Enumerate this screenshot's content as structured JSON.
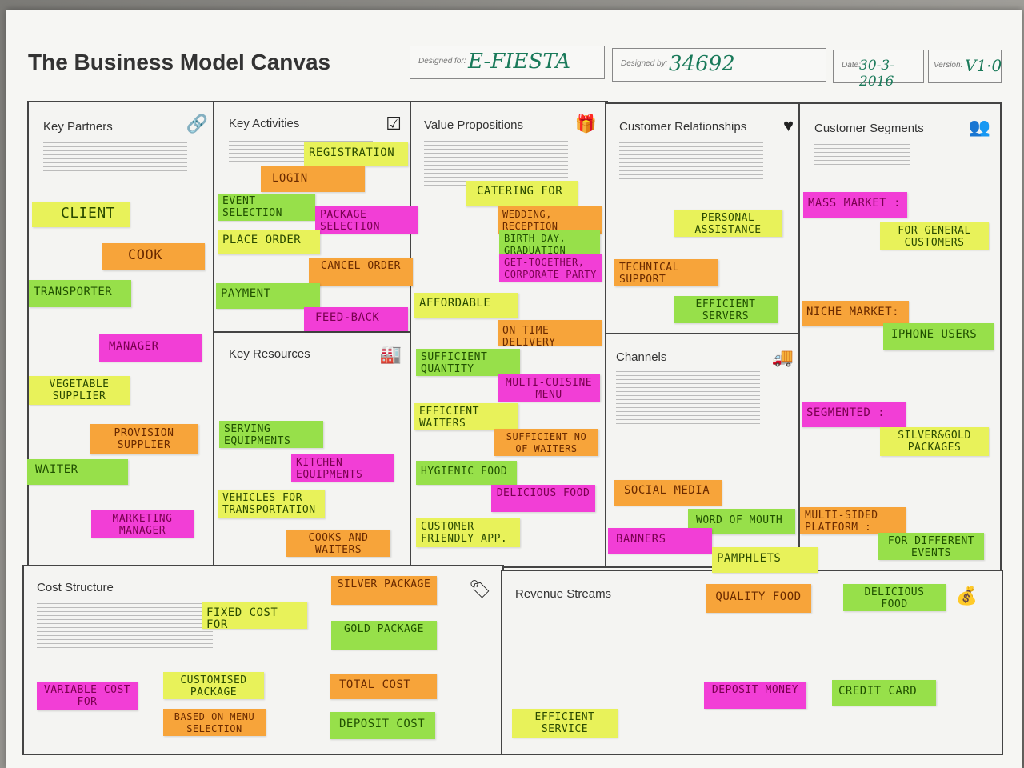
{
  "header": {
    "title": "The Business Model Canvas",
    "designed_for_label": "Designed for:",
    "designed_for": "E-FIESTA",
    "designed_by_label": "Designed by:",
    "designed_by": "34692",
    "date_label": "Date:",
    "date": "30-3-2016",
    "version_label": "Version:",
    "version": "V1·0"
  },
  "blocks": {
    "key_partners": "Key Partners",
    "key_activities": "Key Activities",
    "value_propositions": "Value Propositions",
    "customer_relationships": "Customer Relationships",
    "customer_segments": "Customer Segments",
    "key_resources": "Key Resources",
    "channels": "Channels",
    "cost_structure": "Cost Structure",
    "revenue_streams": "Revenue Streams"
  },
  "notes": {
    "kp": [
      "CLIENT",
      "COOK",
      "TRANSPORTER",
      "MANAGER",
      "VEGETABLE SUPPLIER",
      "PROVISION SUPPLIER",
      "WAITER",
      "MARKETING MANAGER"
    ],
    "ka": [
      "REGISTRATION",
      "LOGIN",
      "EVENT SELECTION",
      "PACKAGE SELECTION",
      "PLACE ORDER",
      "CANCEL ORDER",
      "PAYMENT",
      "FEED-BACK"
    ],
    "kr": [
      "SERVING EQUIPMENTS",
      "KITCHEN EQUIPMENTS",
      "VEHICLES FOR TRANSPORTATION",
      "COOKS AND WAITERS"
    ],
    "vp": [
      "CATERING FOR",
      "WEDDING, RECEPTION",
      "BIRTH DAY, GRADUATION",
      "GET-TOGETHER, CORPORATE PARTY",
      "AFFORDABLE",
      "ON TIME DELIVERY",
      "SUFFICIENT QUANTITY",
      "MULTI-CUISINE MENU",
      "EFFICIENT WAITERS",
      "SUFFICIENT NO OF WAITERS",
      "HYGIENIC FOOD",
      "DELICIOUS FOOD",
      "CUSTOMER FRIENDLY APP."
    ],
    "cr": [
      "PERSONAL ASSISTANCE",
      "TECHNICAL SUPPORT",
      "EFFICIENT SERVERS"
    ],
    "ch": [
      "SOCIAL MEDIA",
      "WORD OF MOUTH",
      "BANNERS",
      "PAMPHLETS"
    ],
    "cs": [
      "MASS MARKET :",
      "FOR GENERAL CUSTOMERS",
      "NICHE MARKET:",
      "IPHONE USERS",
      "SEGMENTED :",
      "SILVER&GOLD PACKAGES",
      "MULTI-SIDED PLATFORM :",
      "FOR DIFFERENT EVENTS"
    ],
    "cost": [
      "SILVER PACKAGE",
      "FIXED COST FOR",
      "GOLD PACKAGE",
      "CUSTOMISED PACKAGE",
      "TOTAL COST",
      "VARIABLE COST FOR",
      "BASED ON MENU SELECTION",
      "DEPOSIT COST"
    ],
    "rev": [
      "QUALITY FOOD",
      "DELICIOUS FOOD",
      "DEPOSIT MONEY",
      "CREDIT CARD",
      "EFFICIENT SERVICE"
    ]
  },
  "icons": {
    "key_partners": "link-icon",
    "key_activities": "checkbox-icon",
    "value_propositions": "gift-icon",
    "customer_relationships": "heart-icon",
    "customer_segments": "people-icon",
    "key_resources": "factory-icon",
    "channels": "truck-icon",
    "cost_structure": "tag-icon",
    "revenue_streams": "money-bag-icon"
  }
}
